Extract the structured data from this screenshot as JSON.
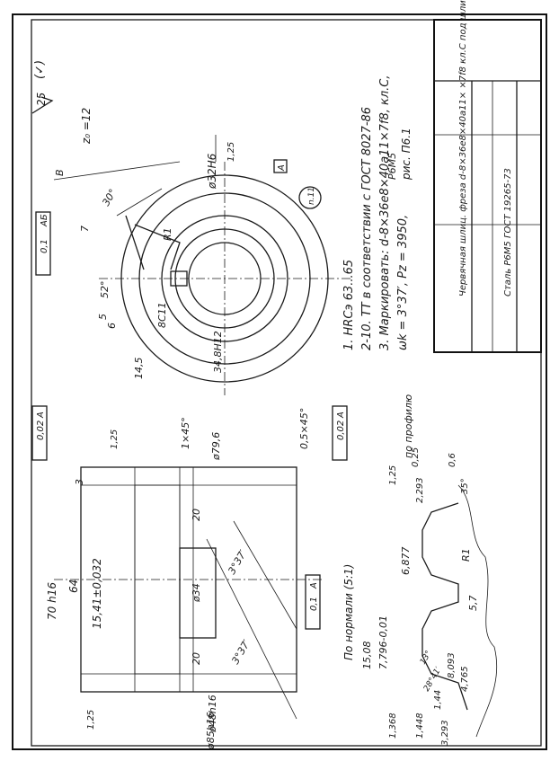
{
  "notes": {
    "line1": "1. HRCэ 63...65",
    "line2": "2-10.  ТТ в соответствии с ГОСТ 8027-86",
    "line3": "3. Маркировать: d-8×36е8×40а11×7f8, кл.С,",
    "line4": "ωk = 3°37′, Рz = 3950,",
    "material_small": "Р6М5",
    "figure_ref": "рис. П6.1"
  },
  "title_block": {
    "name": "Червячная шлиц. фреза d-8×36е8×40а11× ×7f8 кл.С под шлиф.",
    "material": "Сталь Р6М5 ГОСТ 19265-73"
  },
  "surface_finish": {
    "general": "25",
    "general_paren": "(✓)"
  },
  "flute_count": "z₀ =12",
  "end_view": {
    "bore": "ø32H6",
    "hub": "34,8H12",
    "radius": "R1",
    "angle_flute": "30°",
    "angle_relief": "52°",
    "dim_7": "7",
    "dim_5": "5",
    "dim_6": "6",
    "keyway": "8C11",
    "dim_145": "14,5",
    "view_b": "B",
    "runout": "0,1",
    "runout_ref": "АБ",
    "section_label": "n.11",
    "finish_125": "1,25",
    "datum_a": "A"
  },
  "side_view": {
    "len_total": "70 h16",
    "len_64": "64",
    "len_1541": "15,41±0,032",
    "dim_3": "3",
    "dim_20a": "20",
    "dim_20b": "20",
    "bore_34": "ø34",
    "dia_796": "ø79,6",
    "dia_48": "ø48h16",
    "dia_85": "ø85h16",
    "chamfer_1": "1×45°",
    "chamfer_2": "0,5×45°",
    "angle_a": "3°37′",
    "angle_b": "3°37′",
    "tol_top_left": "0,02",
    "tol_top_left_ref": "А",
    "tol_top_right": "0,02",
    "tol_top_right_ref": "А",
    "tol_mid": "0,1",
    "tol_mid_ref": "А",
    "finish_125a": "1,25",
    "finish_125b": "1,25"
  },
  "profile": {
    "title": "По нормали (5:1)",
    "note": "по профилю",
    "finish": "1,25",
    "dim_1508": "15,08",
    "dim_7796": "7,796-0,01",
    "dim_6877": "6,877",
    "dim_57": "5,7",
    "dim_R1": "R1",
    "dim_0293": "2,293",
    "dim_025": "0,25",
    "dim_06": "0,6",
    "dim_35": "35°",
    "dim_8093": "8,093",
    "dim_4765": "4,765",
    "dim_1368": "1,368",
    "dim_1448": "1,448",
    "dim_144": "1,44",
    "dim_3293": "3,293",
    "dim_angle_a": "28°41′",
    "dim_angle_b": "13°"
  }
}
